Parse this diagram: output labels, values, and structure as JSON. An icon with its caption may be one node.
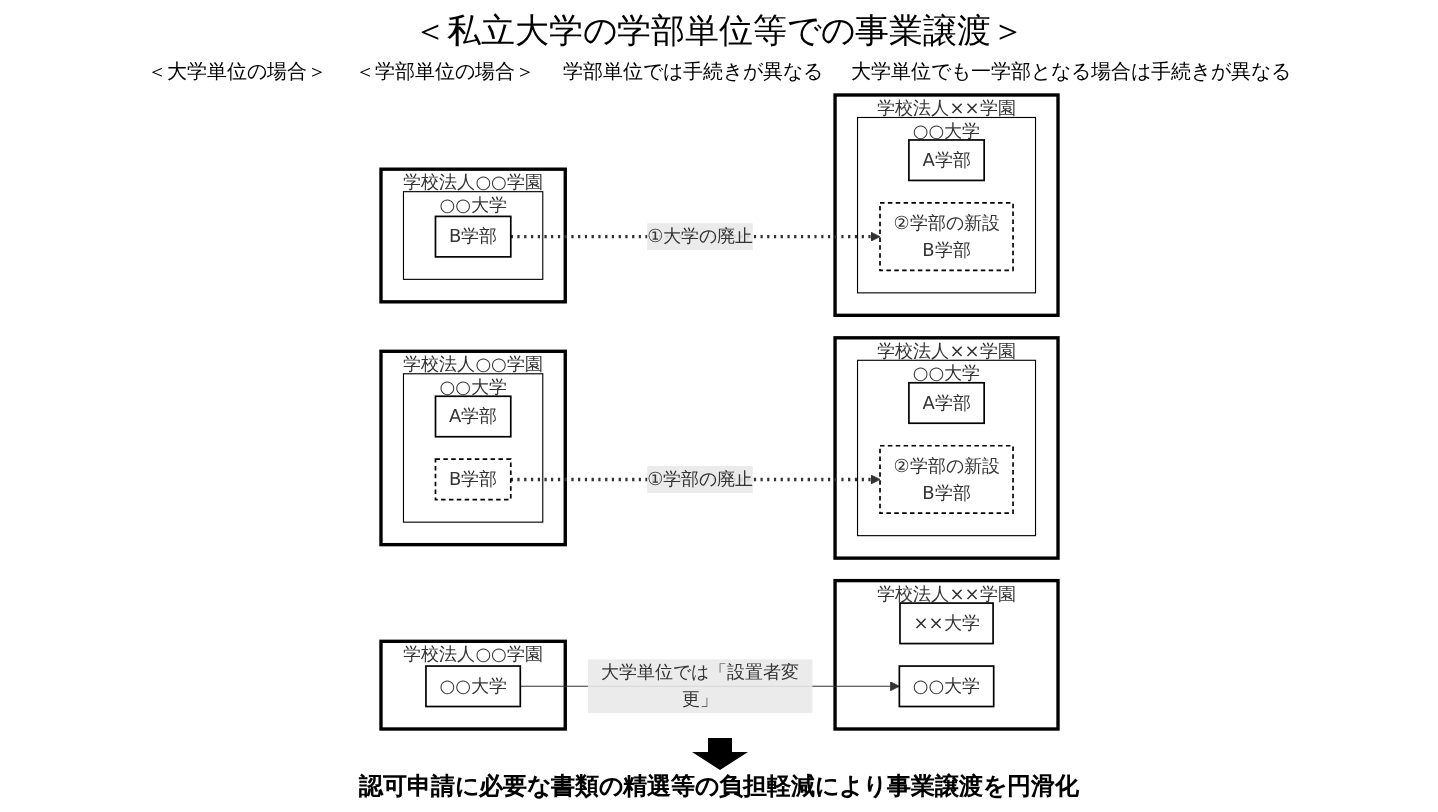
{
  "diagram": {
    "title": "＜私立大学の学部単位等での事業譲渡＞",
    "nodes": [
      {
        "text": [
          "学校法人○○学園"
        ]
      },
      {
        "text": [
          "○○大学"
        ],
        "in": 0
      },
      {
        "text": [
          "学校法人××学園"
        ]
      },
      {
        "text": [
          "××大学"
        ],
        "in": 2
      },
      {
        "text": [
          "○○大学"
        ],
        "in": 2
      },
      {
        "text": [
          "学校法人○○学園"
        ]
      },
      {
        "text": [
          "○○大学"
        ],
        "in": 5
      },
      {
        "text": [
          "A学部"
        ],
        "in": 6
      },
      {
        "text": [
          "B学部"
        ],
        "in": 6
      },
      {
        "text": [
          "学校法人××学園"
        ]
      },
      {
        "text": [
          "○○大学"
        ],
        "in": 9
      },
      {
        "text": [
          "A学部"
        ],
        "in": 10
      },
      {
        "text": [
          "②学部の新設",
          "B学部"
        ],
        "in": 10
      },
      {
        "text": [
          "学校法人○○学園"
        ]
      },
      {
        "text": [
          "○○大学"
        ],
        "in": 13
      },
      {
        "text": [
          "B学部"
        ],
        "in": 14
      },
      {
        "text": [
          "学校法人××学園"
        ]
      },
      {
        "text": [
          "○○大学"
        ],
        "in": 16
      },
      {
        "text": [
          "A学部"
        ],
        "in": 17
      },
      {
        "text": [
          "②学部の新設",
          "B学部"
        ],
        "in": 17
      }
    ],
    "edges": [
      {
        "from": 1,
        "to": 4,
        "arrow": "to",
        "label": "大学単位では「設置者変更」"
      },
      {
        "from": 8,
        "to": 12,
        "arrow": "to",
        "label": "①学部の廃止",
        "style": "dashed"
      },
      {
        "from": 15,
        "to": 19,
        "arrow": "to",
        "label": "①大学の廃止",
        "style": "dashed"
      }
    ],
    "labels": [
      "＜大学単位の場合＞",
      "＜学部単位の場合＞",
      "学部単位では手続きが異なる",
      "大学単位でも一学部となる場合は手続きが異なる",
      "認可申請に必要な書類の精選等の負担軽減により事業譲渡を円滑化"
    ]
  }
}
